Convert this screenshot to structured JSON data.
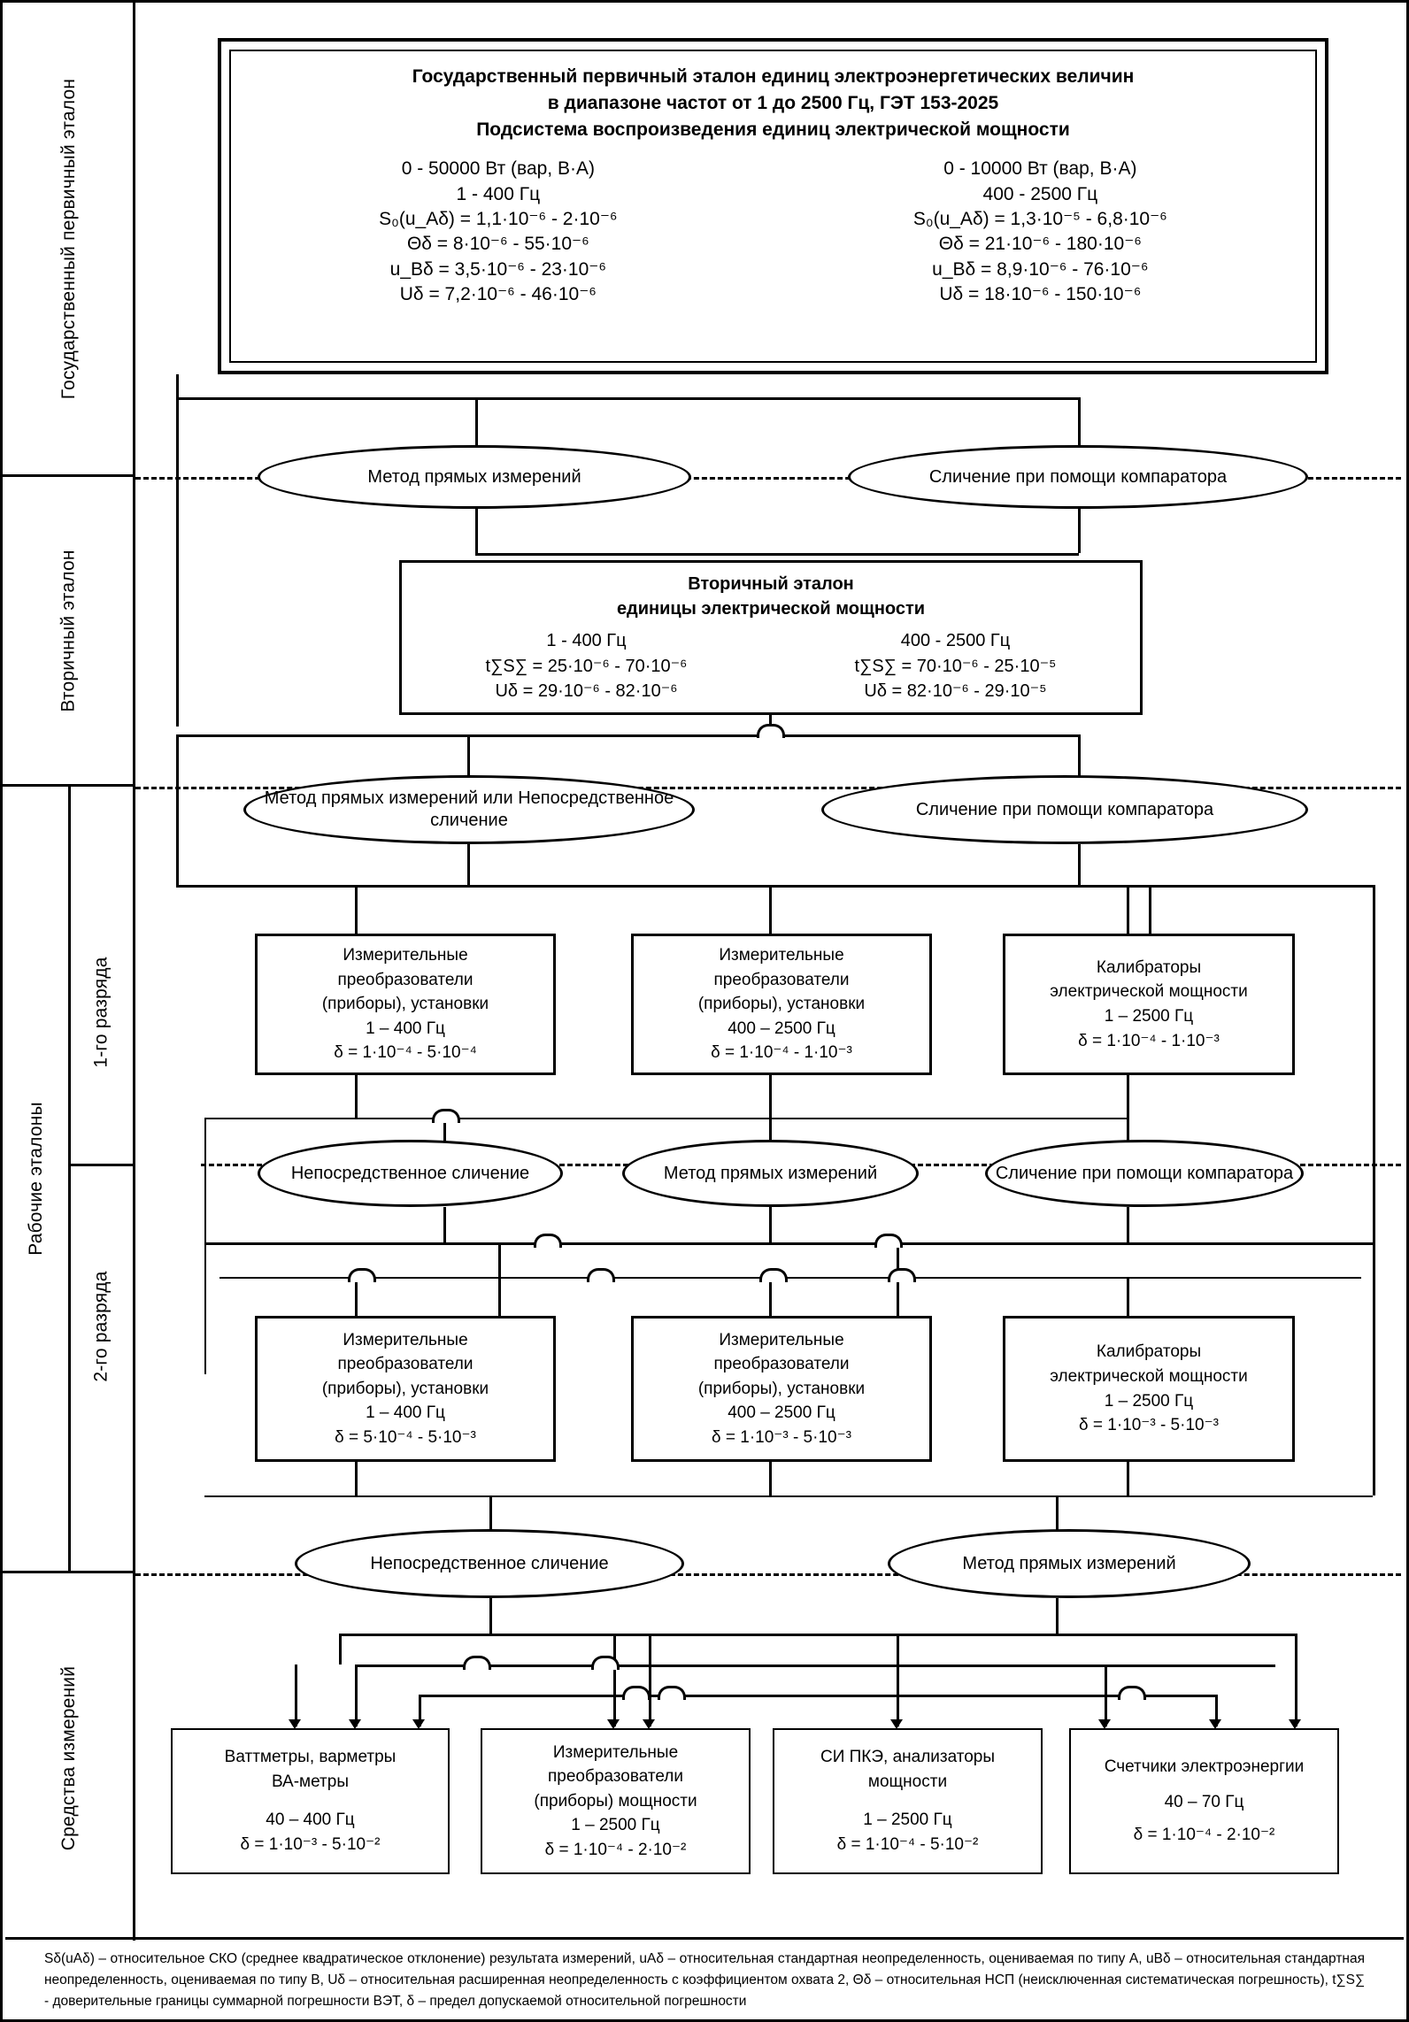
{
  "lanes": [
    {
      "id": "primary",
      "label": "Государственный первичный эталон"
    },
    {
      "id": "secondary",
      "label": "Вторичный эталон"
    },
    {
      "id": "working",
      "label": "Рабочие эталоны"
    },
    {
      "id": "rank1",
      "label": "1-го разряда"
    },
    {
      "id": "rank2",
      "label": "2-го разряда"
    },
    {
      "id": "instruments",
      "label": "Средства измерений"
    }
  ],
  "primary": {
    "title_line1": "Государственный первичный эталон единиц электроэнергетических величин",
    "title_line2": "в диапазоне частот от 1 до 2500 Гц, ГЭТ 153-2025",
    "title_line3": "Подсистема воспроизведения единиц электрической мощности",
    "left": {
      "range": "0 - 50000 Вт (вар, В·А)",
      "freq": "1 - 400 Гц",
      "s": "S₀(u_Aδ) = 1,1·10⁻⁶ - 2·10⁻⁶",
      "theta": "Θδ = 8·10⁻⁶ - 55·10⁻⁶",
      "ub": "u_Bδ = 3,5·10⁻⁶ - 23·10⁻⁶",
      "u": "Uδ = 7,2·10⁻⁶ - 46·10⁻⁶"
    },
    "right": {
      "range": "0 - 10000 Вт (вар, В·А)",
      "freq": "400 - 2500 Гц",
      "s": "S₀(u_Aδ) = 1,3·10⁻⁵ - 6,8·10⁻⁶",
      "theta": "Θδ = 21·10⁻⁶ - 180·10⁻⁶",
      "ub": "u_Bδ = 8,9·10⁻⁶ -  76·10⁻⁶",
      "u": "Uδ = 18·10⁻⁶ - 150·10⁻⁶"
    }
  },
  "ovals": {
    "o1_left": "Метод прямых измерений",
    "o1_right": "Сличение при помощи компаратора",
    "o2_left": "Метод прямых измерений или Непосредственное сличение",
    "o2_right": "Сличение при помощи компаратора",
    "o3_left": "Непосредственное сличение",
    "o3_mid": "Метод прямых измерений",
    "o3_right": "Сличение при помощи компаратора",
    "o4_left": "Непосредственное сличение",
    "o4_right": "Метод прямых измерений"
  },
  "secondary": {
    "title_line1": "Вторичный эталон",
    "title_line2": "единицы электрической мощности",
    "left": {
      "freq": "1 - 400 Гц",
      "ts": "t∑S∑ = 25·10⁻⁶ - 70·10⁻⁶",
      "u": "Uδ  = 29·10⁻⁶ - 82·10⁻⁶"
    },
    "right": {
      "freq": "400 - 2500 Гц",
      "ts": "t∑S∑ = 70·10⁻⁶ - 25·10⁻⁵",
      "u": "Uδ  = 82·10⁻⁶ - 29·10⁻⁵"
    }
  },
  "rank1": [
    {
      "l1": "Измерительные",
      "l2": "преобразователи",
      "l3": "(приборы), установки",
      "l4": "1 – 400 Гц",
      "l5": "δ =  1·10⁻⁴ -  5·10⁻⁴"
    },
    {
      "l1": "Измерительные",
      "l2": "преобразователи",
      "l3": "(приборы), установки",
      "l4": "400 – 2500 Гц",
      "l5": "δ =  1·10⁻⁴ -  1·10⁻³"
    },
    {
      "l1": "Калибраторы",
      "l2": "электрической мощности",
      "l3": "",
      "l4": "1 – 2500 Гц",
      "l5": "δ =  1·10⁻⁴ -  1·10⁻³"
    }
  ],
  "rank2": [
    {
      "l1": "Измерительные",
      "l2": "преобразователи",
      "l3": "(приборы), установки",
      "l4": "1 – 400 Гц",
      "l5": "δ =  5·10⁻⁴ -  5·10⁻³"
    },
    {
      "l1": "Измерительные",
      "l2": "преобразователи",
      "l3": "(приборы), установки",
      "l4": "400 – 2500 Гц",
      "l5": "δ =  1·10⁻³ -  5·10⁻³"
    },
    {
      "l1": "Калибраторы",
      "l2": "электрической мощности",
      "l3": "",
      "l4": "1 – 2500 Гц",
      "l5": "δ =  1·10⁻³ -  5·10⁻³"
    }
  ],
  "instruments": [
    {
      "l1": "Ваттметры, варметры",
      "l2": "ВА-метры",
      "l3": "",
      "l4": "40 – 400 Гц",
      "l5": "δ  =  1·10⁻³ -  5·10⁻²"
    },
    {
      "l1": "Измерительные",
      "l2": "преобразователи",
      "l3": "(приборы) мощности",
      "l4": "1 – 2500 Гц",
      "l5": "δ =  1·10⁻⁴ -  2·10⁻²"
    },
    {
      "l1": "СИ ПКЭ, анализаторы",
      "l2": "мощности",
      "l3": "",
      "l4": "1 – 2500 Гц",
      "l5": "δ =  1·10⁻⁴ -  5·10⁻²"
    },
    {
      "l1": "Счетчики электроэнергии",
      "l2": "",
      "l3": "",
      "l4": "40 – 70 Гц",
      "l5": "δ =  1·10⁻⁴ -  2·10⁻²"
    }
  ],
  "legend": {
    "text": "Sδ(uAδ) – относительное СКО (среднее квадратическое отклонение) результата измерений, uAδ – относительная стандартная неопределенность, оцениваемая по типу А, uBδ – относительная стандартная неопределенность, оцениваемая по типу В, Uδ – относительная расширенная неопределенность с коэффициентом охвата 2, Θδ – относительная НСП (неисключенная систематическая погрешность), t∑S∑ - доверительные границы суммарной погрешности ВЭТ, δ – предел допускаемой относительной погрешности"
  }
}
